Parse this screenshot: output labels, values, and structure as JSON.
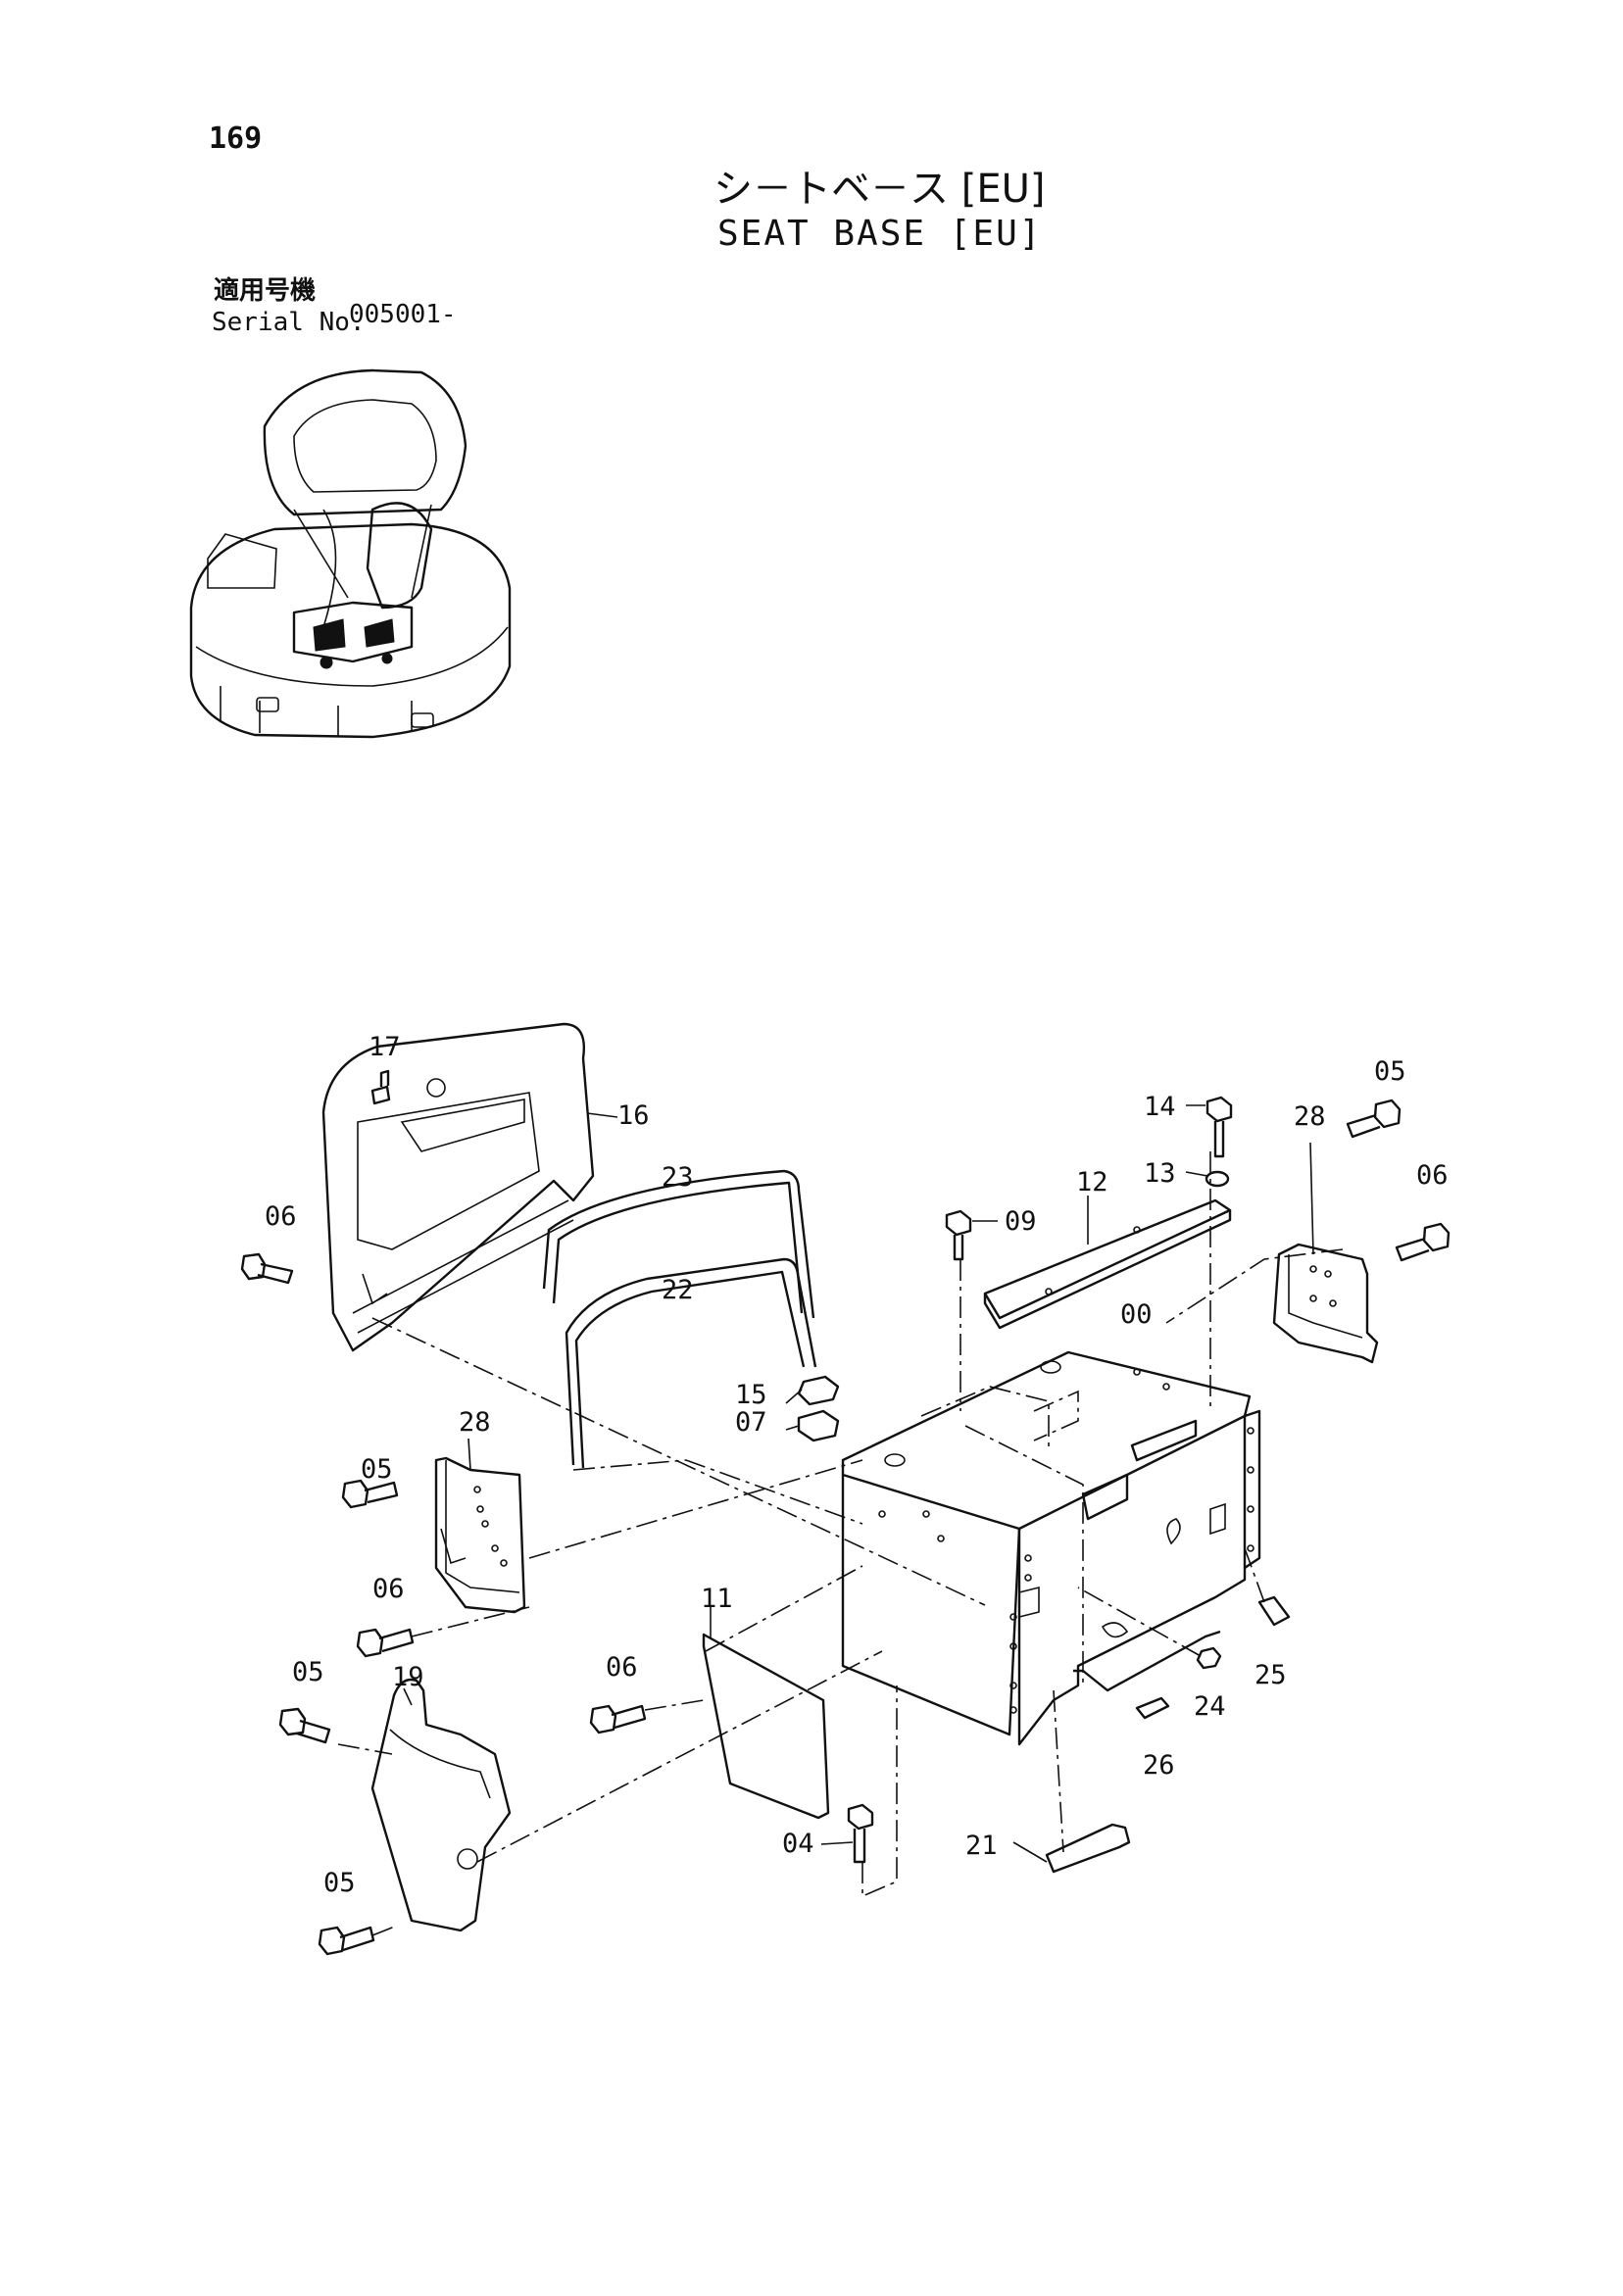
{
  "page_number": "169",
  "title_ja": "シ－トベ－ス [EU]",
  "title_en": "SEAT BASE [EU]",
  "serial": {
    "label_ja": "適用号機",
    "label_en": "Serial No.",
    "value": "005001-"
  },
  "callouts": [
    "17",
    "16",
    "23",
    "22",
    "06",
    "14",
    "13",
    "12",
    "09",
    "28",
    "05",
    "06",
    "00",
    "15",
    "07",
    "28",
    "05",
    "06",
    "11",
    "06",
    "05",
    "19",
    "05",
    "04",
    "21",
    "24",
    "25",
    "26"
  ]
}
